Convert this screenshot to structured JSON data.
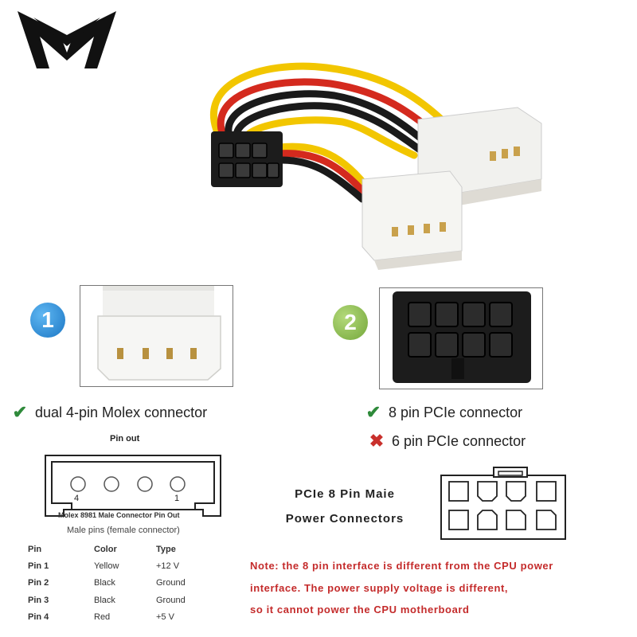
{
  "badges": {
    "one": "1",
    "two": "2"
  },
  "features": [
    {
      "mark": "✔",
      "text": "dual 4-pin Molex connector"
    },
    {
      "mark": "✔",
      "text": "8 pin PCIe connector"
    },
    {
      "mark": "✖",
      "text": "6 pin PCIe connector"
    }
  ],
  "molex": {
    "pin_out_title": "Pin out",
    "pin_label_left": "4",
    "pin_label_right": "1",
    "caption": "Molex 8981 Male Connector Pin Out",
    "subcaption": "Male pins (female connector)"
  },
  "pin_table": {
    "headers": [
      "Pin",
      "Color",
      "Type"
    ],
    "rows": [
      [
        "Pin 1",
        "Yellow",
        "+12 V"
      ],
      [
        "Pin 2",
        "Black",
        "Ground"
      ],
      [
        "Pin 3",
        "Black",
        "Ground"
      ],
      [
        "Pin 4",
        "Red",
        "+5 V"
      ]
    ]
  },
  "pcie": {
    "title_line1": "PCIe 8 Pin Maie",
    "title_line2": "Power Connectors"
  },
  "note": {
    "line1": "Note: the 8 pin interface is different from the CPU power",
    "line2": "interface. The power supply voltage is different,",
    "line3": "so it cannot power the CPU motherboard"
  },
  "colors": {
    "check": "#2e8a3a",
    "cross": "#c9302c",
    "note": "#c42b2b",
    "wire_yellow": "#f2c600",
    "wire_red": "#d42a1e",
    "wire_black": "#1a1a1a"
  }
}
